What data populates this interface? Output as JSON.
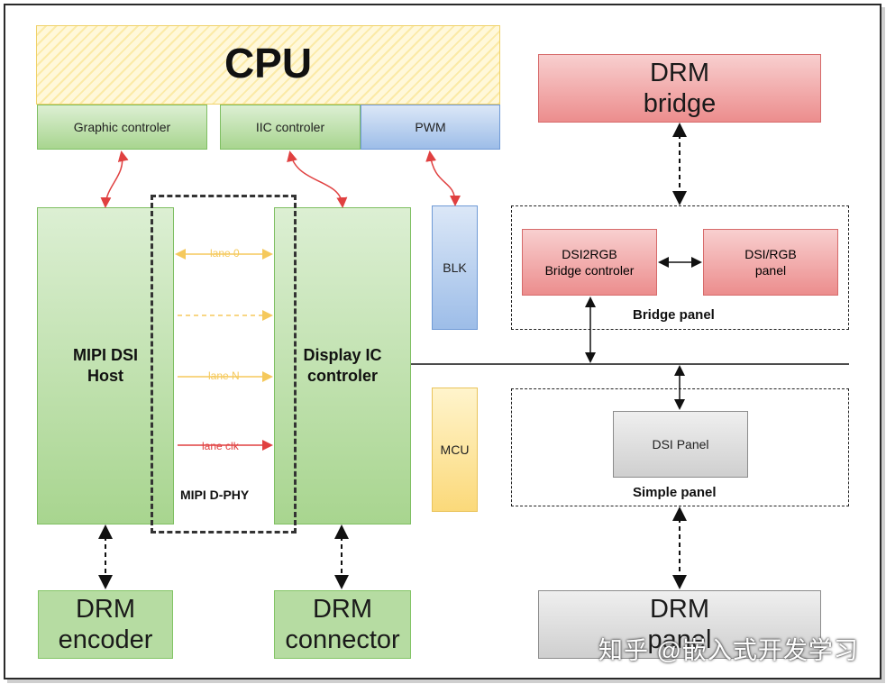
{
  "cpu": {
    "title": "CPU",
    "graphic_controller": "Graphic controler",
    "iic_controller": "IIC controler",
    "pwm": "PWM"
  },
  "mipi_dsi_host": "MIPI DSI\nHost",
  "display_ic": "Display IC\ncontroler",
  "blk": "BLK",
  "mcu": "MCU",
  "dphy": {
    "label": "MIPI D-PHY",
    "lane0": "lane 0",
    "laneN": "lane N",
    "lane_clk": "lane clk"
  },
  "drm_encoder": "DRM\nencoder",
  "drm_connector": "DRM\nconnector",
  "drm_bridge": "DRM\nbridge",
  "drm_panel": "DRM\npanel",
  "bridge_panel": {
    "label": "Bridge panel",
    "dsi2rgb": "DSI2RGB\nBridge controler",
    "dsi_rgb_panel": "DSI/RGB\npanel"
  },
  "simple_panel": {
    "label": "Simple panel",
    "dsi_panel": "DSI Panel"
  },
  "watermark": "知乎 @嵌入式开发学习",
  "colors": {
    "green": "#a8d58f",
    "blue": "#9dbde8",
    "red": "#ec8d8d",
    "gray": "#cfcfcf",
    "yellow": "#fbd97a",
    "arrow_red": "#e04040",
    "lane_yellow": "#f5c95c",
    "lane_red": "#e04040"
  }
}
